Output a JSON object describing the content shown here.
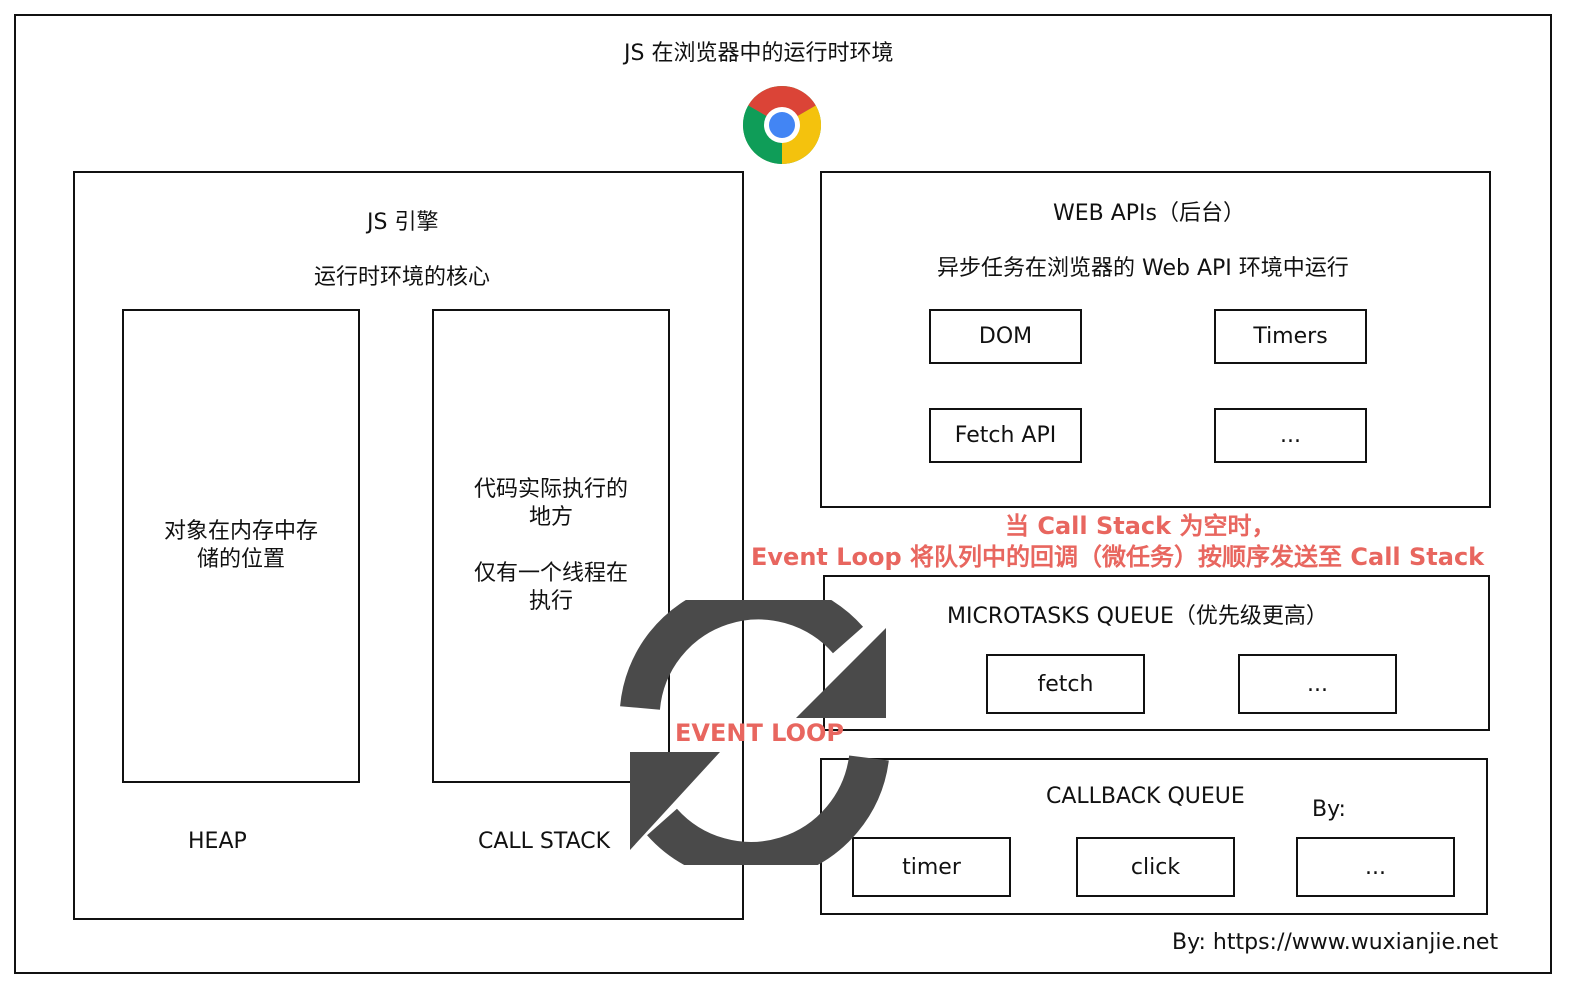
{
  "title": "JS 在浏览器中的运行时环境",
  "engine": {
    "title": "JS 引擎",
    "subtitle": "运行时环境的核心",
    "heap_text_1": "对象在内存中存",
    "heap_text_2": "储的位置",
    "heap_label": "HEAP",
    "stack_text_1": "代码实际执行的",
    "stack_text_2": "地方",
    "stack_text_3": "仅有一个线程在",
    "stack_text_4": "执行",
    "stack_label": "CALL STACK"
  },
  "web_apis": {
    "title": "WEB APIs（后台）",
    "subtitle": "异步任务在浏览器的 Web API 环境中运行",
    "items": [
      "DOM",
      "Timers",
      "Fetch API",
      "..."
    ]
  },
  "note": {
    "line1": "当 Call Stack 为空时，",
    "line2": "Event Loop 将队列中的回调（微任务）按顺序发送至 Call Stack"
  },
  "microtasks": {
    "title": "MICROTASKS QUEUE（优先级更高）",
    "items": [
      "fetch",
      "..."
    ]
  },
  "event_loop_label": "EVENT LOOP",
  "callback": {
    "title": "CALLBACK QUEUE",
    "by": "By:",
    "items": [
      "timer",
      "click",
      "..."
    ]
  },
  "credit": "By: https://www.wuxianjie.net",
  "icons": {
    "browser": "chrome-icon",
    "loop": "event-loop-arrows-icon"
  },
  "colors": {
    "accent": "#e8665f",
    "arrow": "#4a4a4a",
    "border": "#111111"
  }
}
